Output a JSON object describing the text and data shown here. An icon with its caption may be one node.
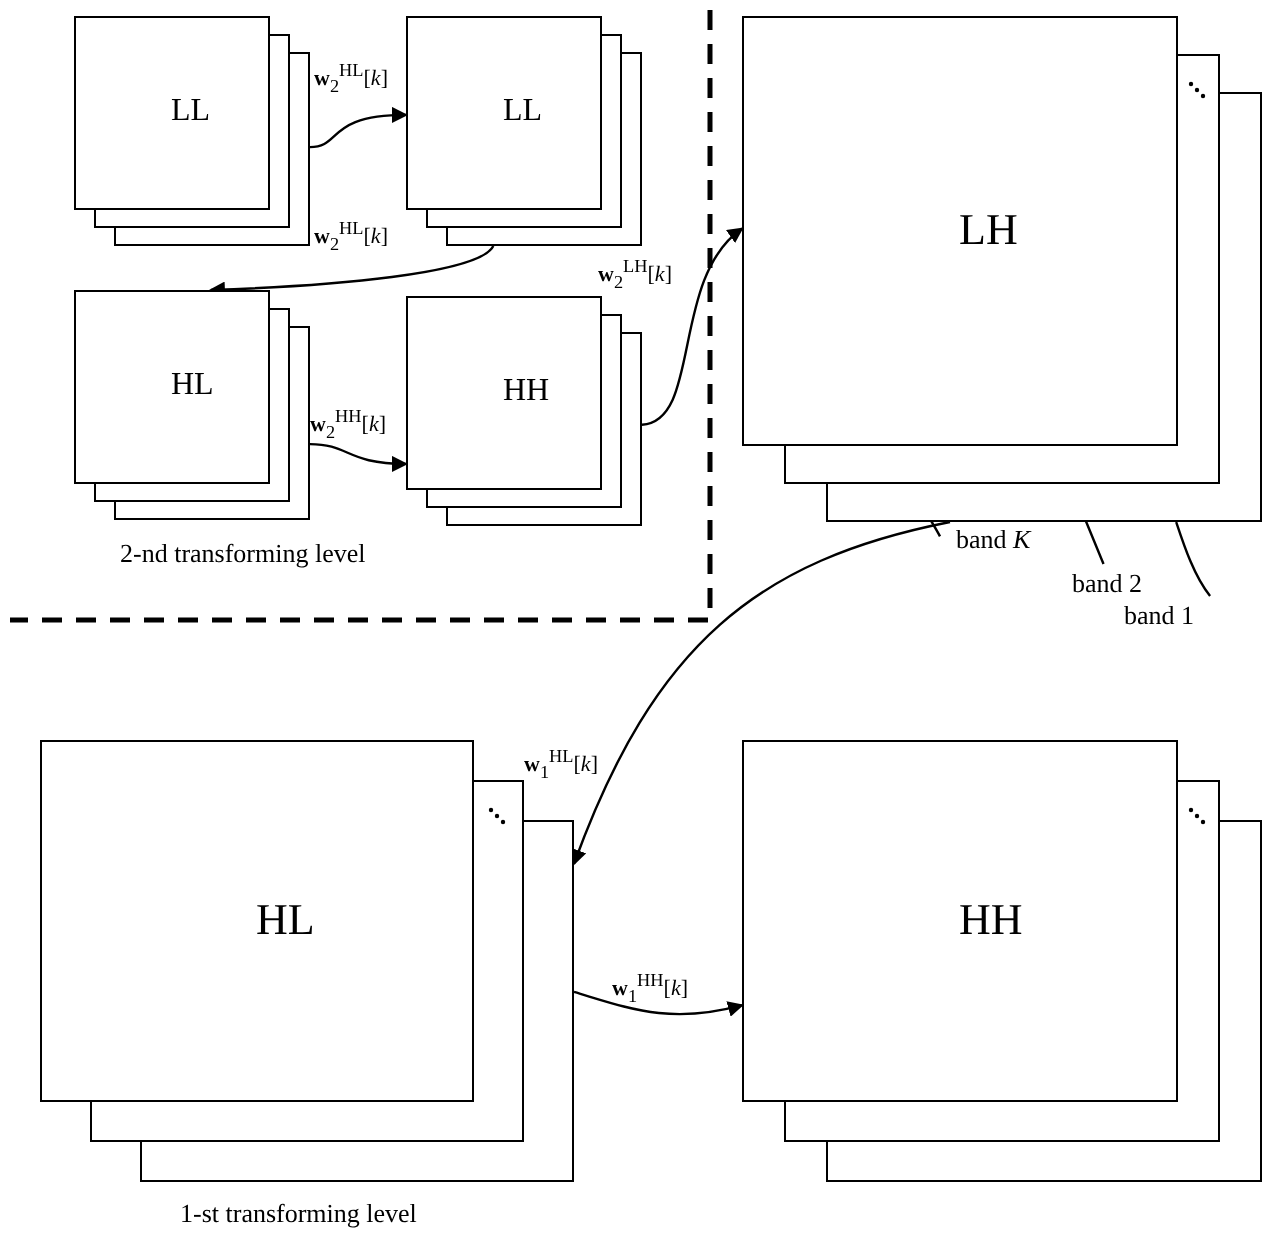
{
  "diagram": {
    "nodes": [
      {
        "text": [
          "LL"
        ]
      },
      {
        "text": [
          "LL"
        ]
      },
      {
        "text": [
          "HL"
        ]
      },
      {
        "text": [
          "HH"
        ]
      },
      {
        "text": [
          "LH"
        ]
      },
      {
        "text": [
          "HL"
        ]
      },
      {
        "text": [
          "HH"
        ]
      },
      {
        "text": [
          "band *K*"
        ]
      },
      {
        "text": [
          "band 2"
        ]
      },
      {
        "text": [
          "band 1"
        ]
      }
    ],
    "edges": [
      {
        "from": 0,
        "to": 1,
        "arrow": "to",
        "label": "**w**$_{2}$$^{HL}$[*k*]"
      },
      {
        "from": 1,
        "to": 2,
        "arrow": "to",
        "label": "**w**$_{2}$$^{HL}$[*k*]"
      },
      {
        "from": 2,
        "to": 3,
        "arrow": "to",
        "label": "**w**$_{2}$$^{HH}$[*k*]"
      },
      {
        "from": 3,
        "to": 4,
        "arrow": "to",
        "label": "**w**$_{2}$$^{LH}$[*k*]"
      },
      {
        "from": 4,
        "to": 5,
        "arrow": "to",
        "label": "**w**$_{1}$$^{HL}$[*k*]"
      },
      {
        "from": 5,
        "to": 6,
        "arrow": "to",
        "label": "**w**$_{1}$$^{HH}$[*k*]"
      },
      {
        "from": 7,
        "to": 4,
        "arrow": "none"
      },
      {
        "from": 8,
        "to": 4,
        "arrow": "none"
      },
      {
        "from": 9,
        "to": 4,
        "arrow": "none"
      }
    ],
    "labels": [
      "2-nd transforming level",
      "1-st transforming level"
    ]
  }
}
